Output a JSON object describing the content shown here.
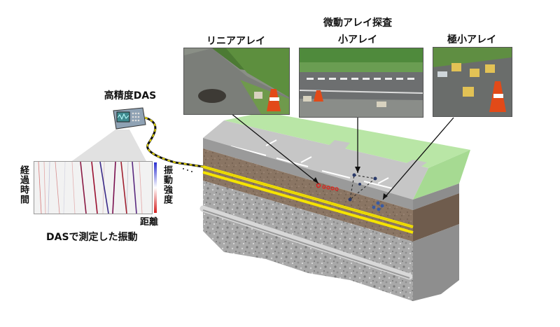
{
  "labels": {
    "linear_array": "リニアアレイ",
    "microtremor_title": "微動アレイ探査",
    "small_array": "小アレイ",
    "tiny_array": "極小アレイ",
    "das_device": "高精度DAS",
    "elapsed_time": "経過時間",
    "vibration_intensity": "振動強度",
    "distance": "距離",
    "das_caption": "DASで測定した振動"
  },
  "colors": {
    "fiber": "#f5e400",
    "cable_dash": "#e8d800",
    "grass": "#b9e6a6",
    "road": "#c4c4c4",
    "soil": "#8c7866",
    "gravel": "#a8a8a8",
    "intensity_high": "#2a2fd0",
    "intensity_low": "#d42020"
  },
  "icons": {
    "das": "das-device-icon",
    "sensor": "geophone-icon"
  }
}
